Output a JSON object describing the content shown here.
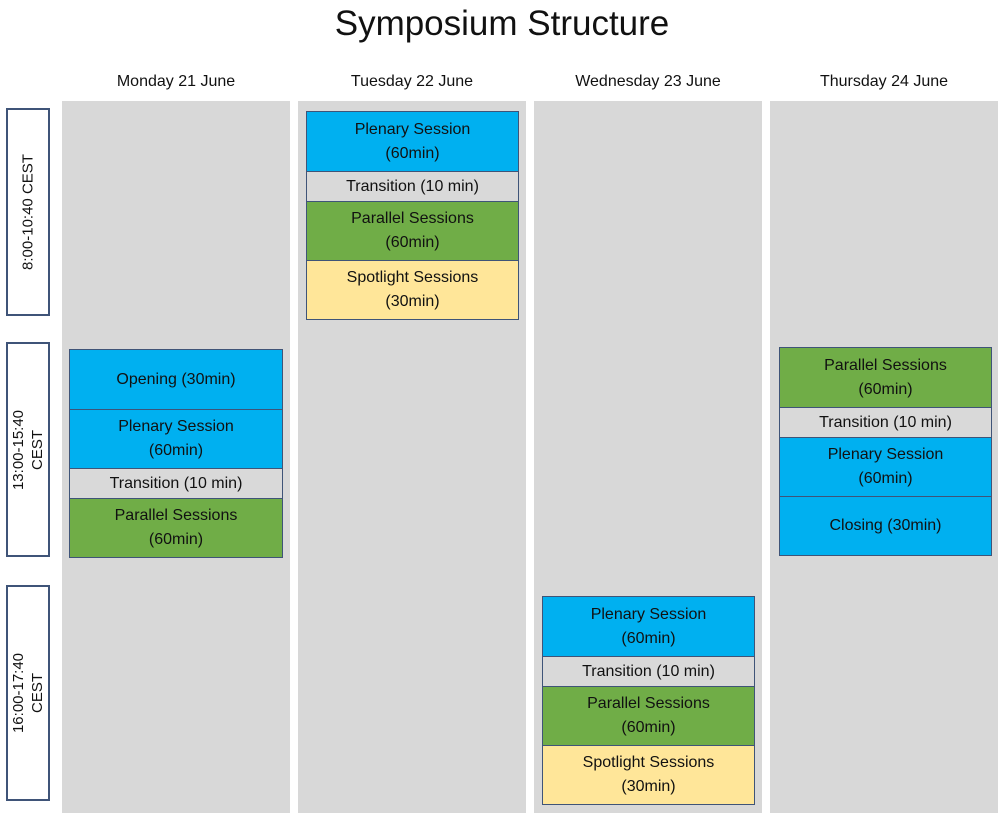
{
  "title": "Symposium Structure",
  "days": [
    {
      "label": "Monday 21 June"
    },
    {
      "label": "Tuesday 22 June"
    },
    {
      "label": "Wednesday 23 June"
    },
    {
      "label": "Thursday 24 June"
    }
  ],
  "time_slots": [
    {
      "label": "8:00-10:40 CEST"
    },
    {
      "label": "13:00-15:40\nCEST"
    },
    {
      "label": "16:00-17:40\nCEST"
    }
  ],
  "sessions": {
    "monday": [
      {
        "label": "Opening (30min)",
        "kind": "opening"
      },
      {
        "label": "Plenary Session\n(60min)",
        "kind": "plenary"
      },
      {
        "label": "Transition (10 min)",
        "kind": "transition"
      },
      {
        "label": "Parallel Sessions\n(60min)",
        "kind": "parallel"
      }
    ],
    "tuesday": [
      {
        "label": "Plenary Session\n(60min)",
        "kind": "plenary"
      },
      {
        "label": "Transition (10 min)",
        "kind": "transition"
      },
      {
        "label": "Parallel Sessions\n(60min)",
        "kind": "parallel"
      },
      {
        "label": "Spotlight Sessions\n(30min)",
        "kind": "spotlight"
      }
    ],
    "wednesday": [
      {
        "label": "Plenary Session\n(60min)",
        "kind": "plenary"
      },
      {
        "label": "Transition (10 min)",
        "kind": "transition"
      },
      {
        "label": "Parallel Sessions\n(60min)",
        "kind": "parallel"
      },
      {
        "label": "Spotlight Sessions\n(30min)",
        "kind": "spotlight"
      }
    ],
    "thursday": [
      {
        "label": "Parallel Sessions\n(60min)",
        "kind": "parallel"
      },
      {
        "label": "Transition (10 min)",
        "kind": "transition"
      },
      {
        "label": "Plenary Session\n(60min)",
        "kind": "plenary"
      },
      {
        "label": "Closing (30min)",
        "kind": "closing"
      }
    ]
  },
  "colors": {
    "plenary": "#00b0f0",
    "transition": "#d9d9d9",
    "parallel": "#70ad47",
    "spotlight": "#ffe699",
    "column_background": "#d8d8d8",
    "border": "#3f5478"
  }
}
